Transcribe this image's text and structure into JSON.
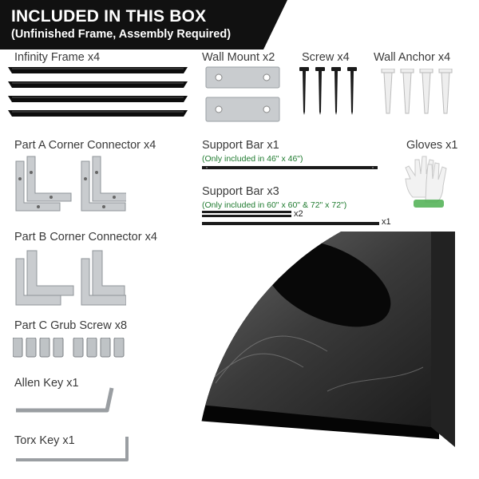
{
  "banner": {
    "title": "INCLUDED IN THIS BOX",
    "subtitle": "(Unfinished Frame, Assembly Required)",
    "color": "#111111"
  },
  "items": {
    "infinity_frame": "Infinity Frame x4",
    "wall_mount": "Wall Mount x2",
    "screw": "Screw x4",
    "wall_anchor": "Wall Anchor x4",
    "part_a": "Part A Corner Connector x4",
    "support_bar_1": "Support Bar x1",
    "support_bar_1_note": "(Only included in 46\" x 46\")",
    "gloves": "Gloves x1",
    "support_bar_3": "Support Bar x3",
    "support_bar_3_note": "(Only included in 60\" x 60\" & 72\" x 72\")",
    "qty_x2": "x2",
    "qty_x1": "x1",
    "part_b": "Part B Corner Connector x4",
    "part_c": "Part C Grub Screw x8",
    "allen_key": "Allen Key x1",
    "torx_key": "Torx Key x1"
  },
  "colors": {
    "note_green": "#1e7a2e",
    "metal": "#c9cccf",
    "frame_black": "#0d0d0d"
  }
}
